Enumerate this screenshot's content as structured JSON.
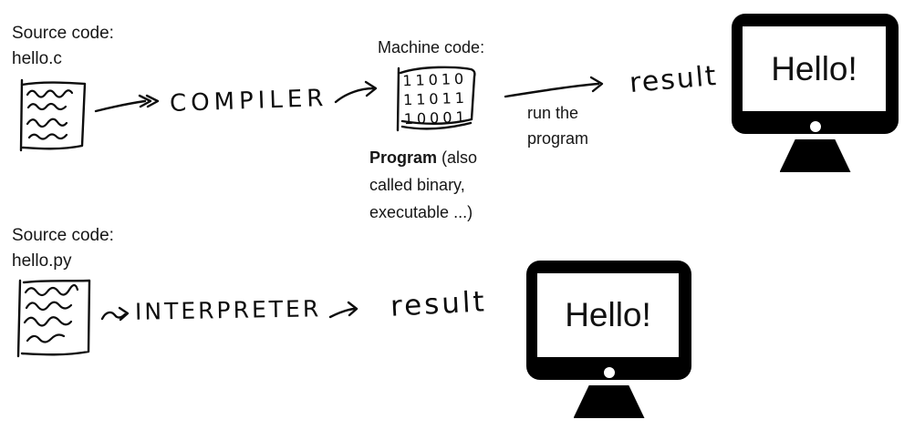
{
  "palette": {
    "ink": "#0d0d0d",
    "background": "#ffffff"
  },
  "compiler_flow": {
    "source_label_line1": "Source code:",
    "source_label_line2": "hello.c",
    "compiler_label": "COMPILER",
    "machine_code_label": "Machine code:",
    "machine_code_lines": [
      "11010",
      "11011",
      "10001"
    ],
    "program_caption": {
      "bold": "Program",
      "line1_rest": " (also",
      "line2": "called binary,",
      "line3": "executable ...)"
    },
    "run_label_line1": "run the",
    "run_label_line2": "program",
    "result_label": "result",
    "monitor_text": "Hello!"
  },
  "interpreter_flow": {
    "source_label_line1": "Source code:",
    "source_label_line2": "hello.py",
    "interpreter_label": "INTERPRETER",
    "result_label": "result",
    "monitor_text": "Hello!"
  }
}
